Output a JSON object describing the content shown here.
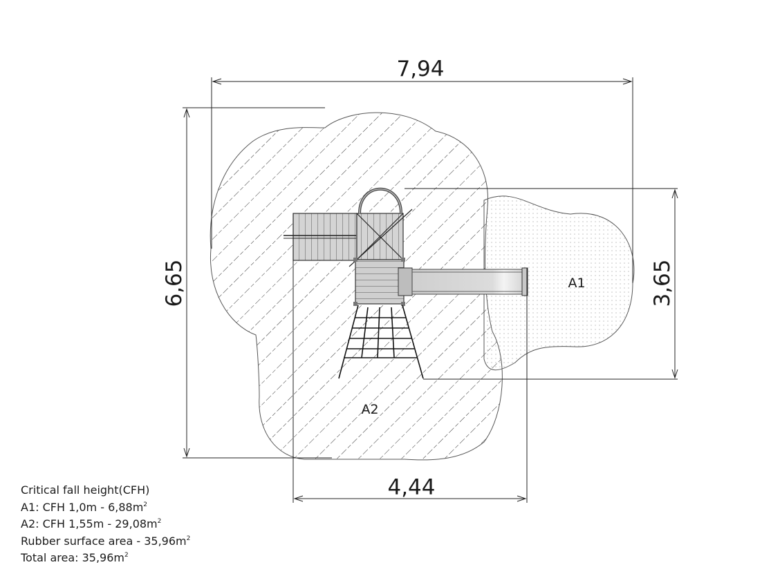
{
  "dimensions": {
    "total_width": "7,94",
    "total_height": "6,65",
    "a1_height": "3,65",
    "a2_width": "4,44"
  },
  "zones": {
    "a1_label": "A1",
    "a2_label": "A2"
  },
  "legend": {
    "title": "Critical fall height(CFH)",
    "lines": [
      {
        "text": "A1: CFH 1,0m - 6,88m",
        "sup": "2"
      },
      {
        "text": "A2: CFH 1,55m - 29,08m",
        "sup": "2"
      },
      {
        "text": "Rubber surface area - 35,96m",
        "sup": "2"
      },
      {
        "text": "Total area: 35,96m",
        "sup": "2"
      }
    ]
  }
}
